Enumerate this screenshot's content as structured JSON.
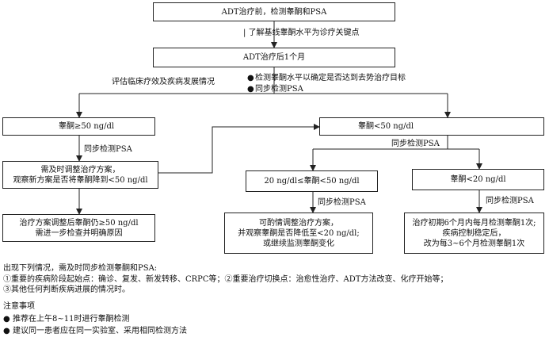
{
  "boxes": {
    "b1": "ADT治疗前，检测睾酮和PSA",
    "b2": "ADT治疗后1个月",
    "b3": "睾酮≥50 ng/dl",
    "b4_l1": "需及时调整治疗方案，",
    "b4_l2": "观察新方案是否将睾酮降到<50 ng/dl",
    "b5_l1": "治疗方案调整后睾酮仍≥50 ng/dl",
    "b5_l2": "需进一步检查并明确原因",
    "b6": "睾酮<50 ng/dl",
    "b7": "20 ng/dl≤睾酮<50 ng/dl",
    "b8": "睾酮<20 ng/dl",
    "b9_l1": "可酌情调整治疗方案，",
    "b9_l2": "并观察睾酮是否降低至<20 ng/dl;",
    "b9_l3": "或继续监测睾酮变化",
    "b10_l1": "治疗初期6个月内每月检测睾酮1次;",
    "b10_l2": "疾病控制稳定后，",
    "b10_l3": "改为每3~6个月检测睾酮1次"
  },
  "labels": {
    "l1": "了解基线睾酮水平为诊疗关键点",
    "l2": "评估临床疗效及疾病发展情况",
    "bullet1": "检测睾酮水平以确定是否达到去势治疗目标",
    "bullet2": "同步检测PSA",
    "sync_psa": "同步检测PSA",
    "bullet_char": "●"
  },
  "notes": {
    "heading": "出现下列情况，需及时同步检测睾酮和PSA:",
    "item1": "①重要的疾病阶段起始点：确诊、复发、新发转移、CRPC等；②重要治疗切换点：治愈性治疗、ADT方法改变、化疗开始等；",
    "item2": "③其他任何判断疾病进展的情况时。",
    "attention": "注意事项",
    "tip1": "推荐在上午8~11时进行睾酮检测",
    "tip2": "建议同一患者应在同一实验室、采用相同检测方法"
  }
}
